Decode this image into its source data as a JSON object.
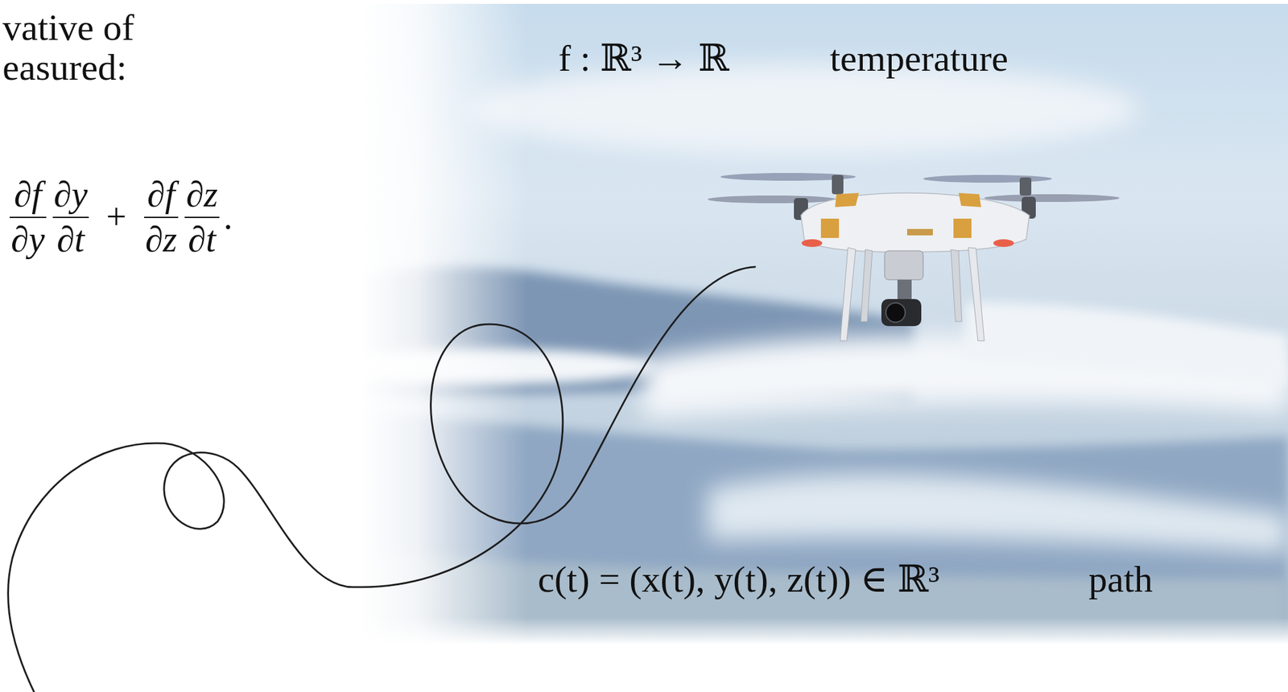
{
  "diagram": {
    "labels": [
      "vative of",
      "easured:",
      "∂f",
      "∂y",
      "∂y",
      "∂t",
      "+",
      "∂f",
      "∂z",
      "∂z",
      "∂t",
      ".",
      "f : ℝ³ → ℝ",
      "temperature",
      "c(t) = (x(t), y(t), z(t)) ∈ ℝ³",
      "path"
    ]
  }
}
